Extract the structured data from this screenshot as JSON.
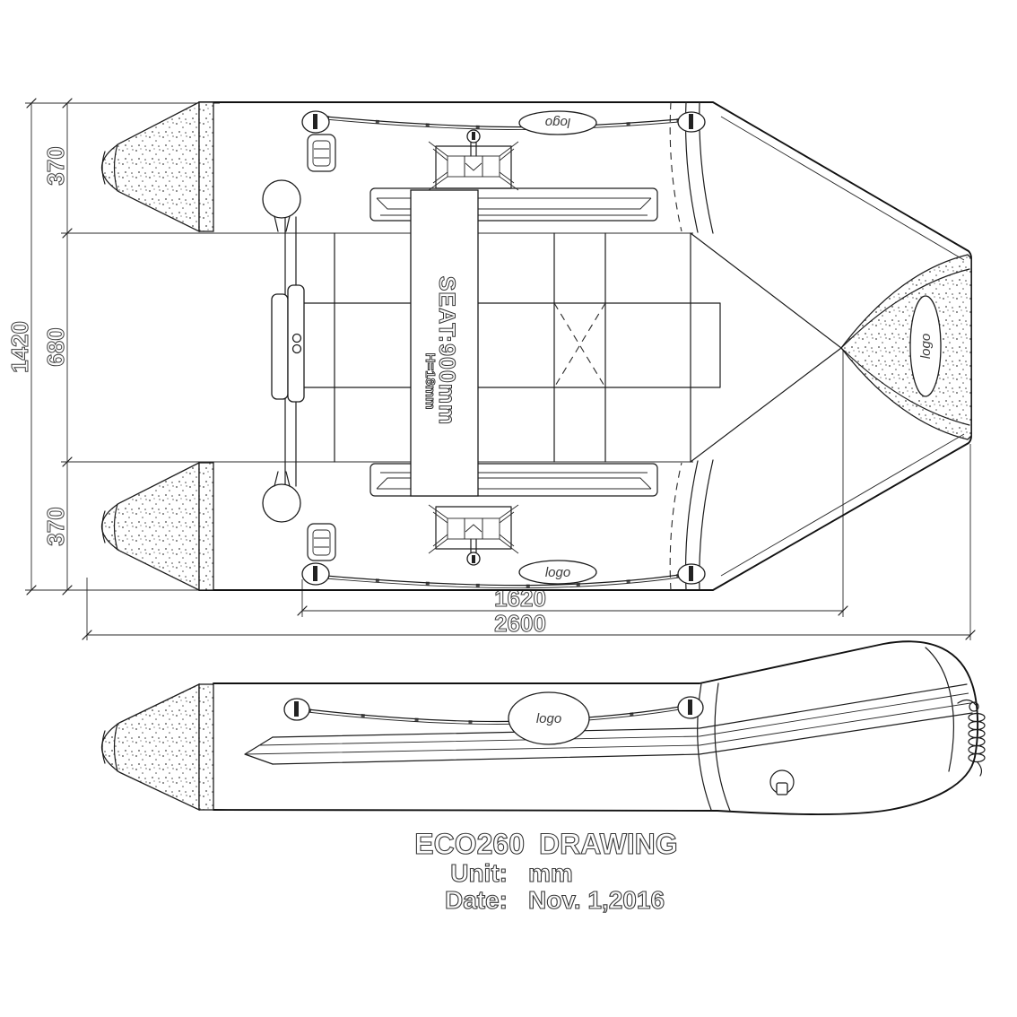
{
  "drawing_meta": {
    "title_model": "ECO260",
    "title_type": "DRAWING",
    "unit_label": "Unit:",
    "unit_value": "mm",
    "date_label": "Date:",
    "date_value": "Nov. 1,2016"
  },
  "top_view": {
    "dimensions": {
      "overall_beam": "1420",
      "tube_top": "370",
      "cockpit_beam": "680",
      "tube_bottom": "370",
      "cockpit_length": "1620",
      "overall_length": "2600"
    },
    "seat_label": "SEAT:900mm",
    "seat_height_label": "H=18mm",
    "logo_top_tube": "logo",
    "logo_bottom_tube": "logo",
    "logo_bow": "logo"
  },
  "side_view": {
    "logo": "logo"
  },
  "colors": {
    "line": "#1c1c1c",
    "background": "#ffffff"
  }
}
